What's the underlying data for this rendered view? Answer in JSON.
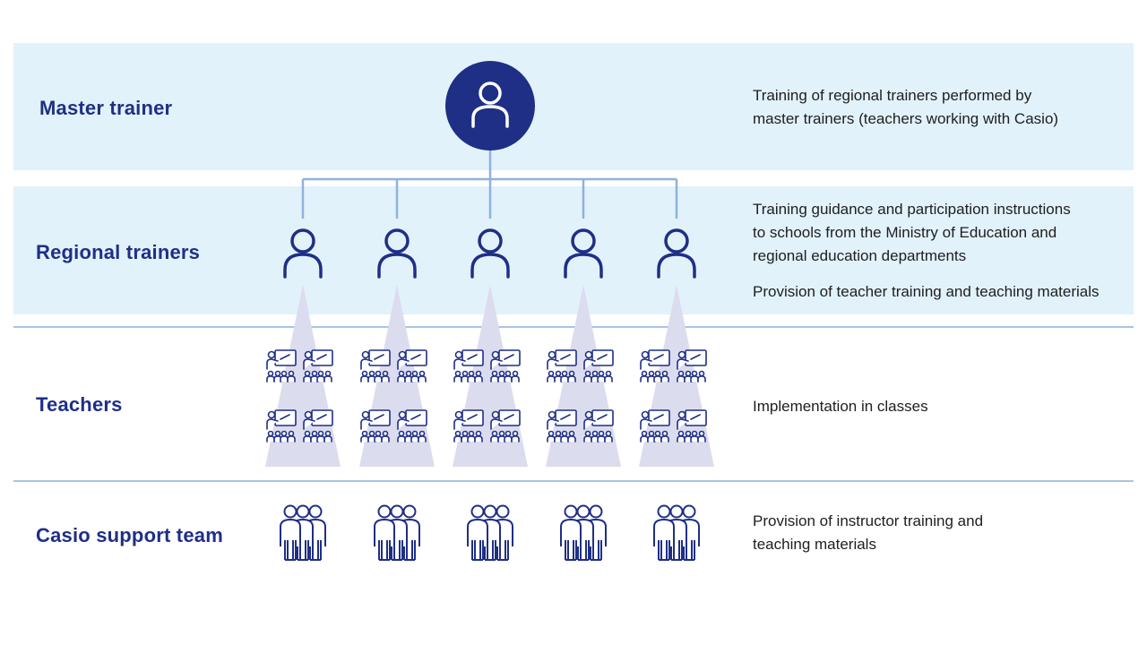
{
  "rows": {
    "master": {
      "label": "Master trainer",
      "description": [
        "Training of regional trainers performed by",
        "master trainers (teachers working with Casio)"
      ]
    },
    "regional": {
      "label": "Regional trainers",
      "description": [
        "Training guidance and participation instructions",
        "to schools from the Ministry of Education and",
        "regional education departments"
      ],
      "description_extra": "Provision of teacher training and teaching materials"
    },
    "teachers": {
      "label": "Teachers",
      "description": "Implementation in classes"
    },
    "support": {
      "label": "Casio support team",
      "description": [
        "Provision of instructor training and",
        "teaching materials"
      ]
    }
  },
  "icons": {
    "master": "person-icon",
    "regional": "person-icon",
    "teachers": "classroom-icon",
    "support": "team-icon"
  },
  "colors": {
    "navy": "#1f2f86",
    "band": "#e2f2fb",
    "connector": "#8fb1dc",
    "beam": "#dcdcef",
    "divider": "#a8c4e4"
  }
}
